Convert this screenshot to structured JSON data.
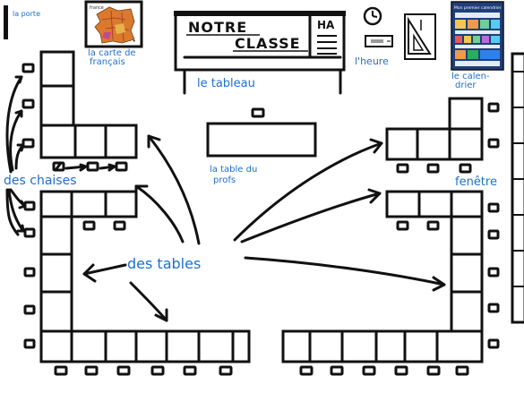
{
  "labels": {
    "door": "la porte",
    "map": "la carte de français",
    "board": "le tableau",
    "clock": "l'heure",
    "calendar": "le calen-drier",
    "teacher_desk": "la table du profs",
    "chairs": "des chaises",
    "window": "fenêtre",
    "tables": "des tables"
  },
  "board": {
    "title_line1": "NOTRE",
    "title_line2": "CLASSE",
    "corner": "HA"
  },
  "map": {
    "country": "france"
  },
  "calendar": {
    "title": "Mon premier calendrier"
  },
  "colors": {
    "label": "#1e6fd0",
    "ink": "#111111"
  }
}
